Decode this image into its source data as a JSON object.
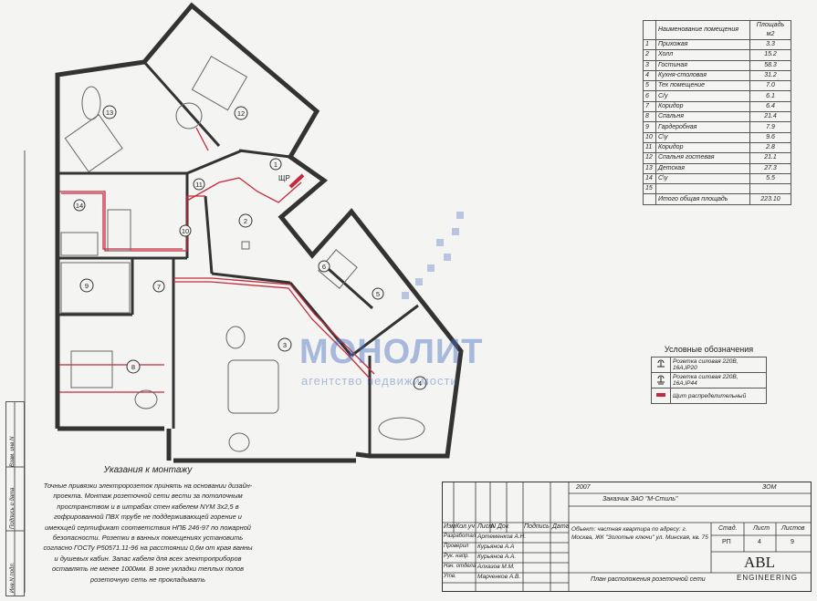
{
  "room_table": {
    "header_name": "Наименование помещения",
    "header_area": "Площадь м2",
    "rows": [
      {
        "num": "1",
        "name": "Прихожая",
        "area": "3.3"
      },
      {
        "num": "2",
        "name": "Холл",
        "area": "15.2"
      },
      {
        "num": "3",
        "name": "Гостиная",
        "area": "58.3"
      },
      {
        "num": "4",
        "name": "Кухня-столовая",
        "area": "31.2"
      },
      {
        "num": "5",
        "name": "Тех помещение",
        "area": "7.0"
      },
      {
        "num": "6",
        "name": "С/у",
        "area": "6.1"
      },
      {
        "num": "7",
        "name": "Коридор",
        "area": "6.4"
      },
      {
        "num": "8",
        "name": "Спальня",
        "area": "21.4"
      },
      {
        "num": "9",
        "name": "Гардеробная",
        "area": "7.9"
      },
      {
        "num": "10",
        "name": "С\\у",
        "area": "9.6"
      },
      {
        "num": "11",
        "name": "Коридор",
        "area": "2.8"
      },
      {
        "num": "12",
        "name": "Спальня гостевая",
        "area": "21.1"
      },
      {
        "num": "13",
        "name": "Детская",
        "area": "27.3"
      },
      {
        "num": "14",
        "name": "С\\у",
        "area": "5.5"
      },
      {
        "num": "15",
        "name": "",
        "area": ""
      }
    ],
    "total_label": "Итого общая площадь",
    "total_value": "223.10"
  },
  "legend": {
    "title": "Условные обозначения",
    "items": [
      {
        "icon": "socket-ip20-icon",
        "label": "Розетка силовая 220В, 16А,IP20"
      },
      {
        "icon": "socket-ip44-icon",
        "label": "Розетка силовая 220В, 16А,IP44"
      },
      {
        "icon": "distribution-board-icon",
        "label": "Щит распределительный",
        "color": "#c8283c"
      }
    ]
  },
  "notes": {
    "title": "Указания к монтажу",
    "body": "Точные привязки электророзеток принять на основании дизайн-проекта. Монтаж розеточной сети вести за потолочным пространством и в штрабах стен кабелем NYM 3х2,5 в гофрированной ПВХ трубе не поддерживающей горение и имеющей сертификат соответствия НПБ 246-97 по пожарной безопасности. Розетки в ванных помещениях установить согласно ГОСТу Р50571.11-96 на расстоянии 0,6м от края ванны и душевых кабин. Запас кабеля для всех электроприборов оставлять не менее 1000мм. В зоне укладки теплых полов розеточную сеть не прокладывать"
  },
  "side_labels": [
    "Взам. инв.N",
    "Подпись и дата",
    "Инв.N подл."
  ],
  "title_block": {
    "year": "2007",
    "code": "ЗОМ",
    "customer": "Заказчик ЗАО \"М-Стиль\"",
    "object": "Объект: частная квартира по адресу: г. Москва, ЖК \"Золотые ключи\" ул. Минская, кв. 75",
    "sheet_title": "План расположения розеточной сети",
    "col_headers": [
      "Изм",
      "Кол.уч",
      "Лист",
      "N Док",
      "Подпись",
      "Дата"
    ],
    "roles": [
      {
        "role": "Разработал",
        "name": "Артеменков А.Н."
      },
      {
        "role": "Проверил",
        "name": "Курьянов А.А"
      },
      {
        "role": "Рук. напр.",
        "name": "Курьянов А.А."
      },
      {
        "role": "Нач. отдела",
        "name": "Алхазов М.М."
      },
      {
        "role": "Утв.",
        "name": "Марченков А.В."
      }
    ],
    "stage_label": "Стад.",
    "sheet_label": "Лист",
    "sheets_label": "Листов",
    "stage": "РП",
    "sheet": "4",
    "sheets": "9",
    "company_main": "ABL",
    "company_sub": "ENGINEERING"
  },
  "plan": {
    "room_numbers": [
      "1",
      "2",
      "3",
      "4",
      "5",
      "6",
      "7",
      "8",
      "9",
      "10",
      "11",
      "12",
      "13",
      "14"
    ],
    "board_label": "ЩР"
  },
  "watermark": {
    "main": "МОНОЛИТ",
    "sub": "агентство недвижимости"
  },
  "colors": {
    "cable": "#c8283c",
    "watermark": "#466ebe"
  }
}
